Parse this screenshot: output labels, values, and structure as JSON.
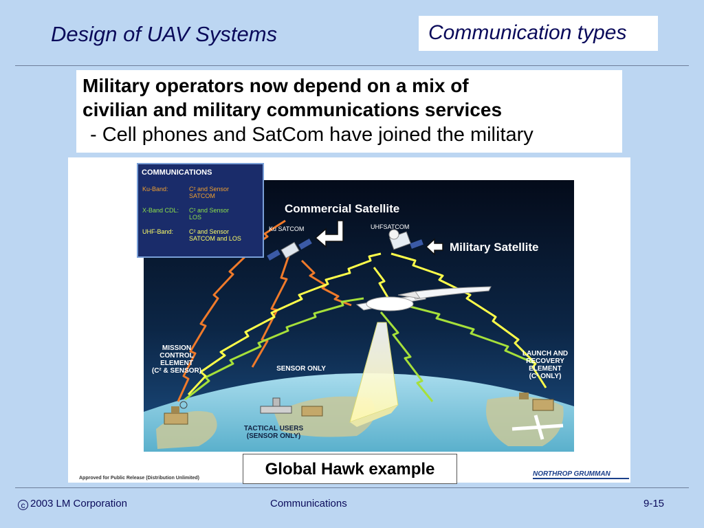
{
  "header": {
    "title": "Design of UAV Systems",
    "topic": "Communication types"
  },
  "callout": {
    "line1": "Military operators now depend on a mix of",
    "line2": "civilian and military communications services",
    "line3": "- Cell phones and SatCom have joined the military"
  },
  "diagram": {
    "legend_title": "COMMUNICATIONS",
    "legend_items": [
      {
        "band": "Ku-Band:",
        "line1": "C² and Sensor",
        "line2": "SATCOM",
        "color": "#f0a030"
      },
      {
        "band": "X-Band CDL:",
        "line1": "C² and Sensor",
        "line2": "LOS",
        "color": "#8ee04a"
      },
      {
        "band": "UHF-Band:",
        "line1": "C² and Sensor",
        "line2": "SATCOM and LOS",
        "color": "#ffff66"
      }
    ],
    "commercial_satellite_label": "Commercial Satellite",
    "military_satellite_label": "Military Satellite",
    "ku_satcom_label": "Ku SATCOM",
    "uhf_satcom_label": "UHFSATCOM",
    "mission_control": [
      "MISSION",
      "CONTROL",
      "ELEMENT",
      "(C² & SENSOR)"
    ],
    "launch_recovery": [
      "LAUNCH AND",
      "RECOVERY",
      "ELEMENT",
      "(C² ONLY)"
    ],
    "sensor_only": "SENSOR ONLY",
    "tactical_users": [
      "TACTICAL USERS",
      "(SENSOR ONLY)"
    ],
    "approved_note": "Approved for Public Release (Distribution Unlimited)",
    "company_logo": "NORTHROP GRUMMAN",
    "colors": {
      "ku": "#f07a2a",
      "x": "#a6e03a",
      "uhf": "#ffff4a",
      "sky_top": "#040b1a",
      "sky_bottom": "#1c4f84",
      "earth": "#7cc4d8"
    }
  },
  "caption": "Global Hawk example",
  "footer": {
    "copyright": "2003 LM Corporation",
    "copyright_symbol": "c",
    "center": "Communications",
    "page": "9-15"
  }
}
